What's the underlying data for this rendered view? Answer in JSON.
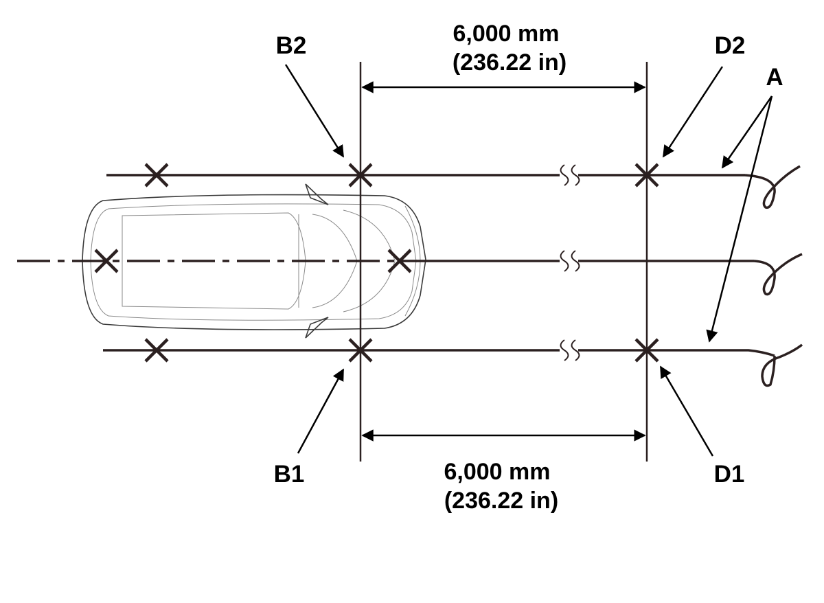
{
  "colors": {
    "line": "#2b2020",
    "text": "#000000",
    "background": "#ffffff"
  },
  "labels": {
    "b1": "B1",
    "b2": "B2",
    "d1": "D1",
    "d2": "D2",
    "a": "A"
  },
  "dimensions": {
    "top": {
      "metric": "6,000 mm",
      "imperial": "(236.22 in)"
    },
    "bottom": {
      "metric": "6,000 mm",
      "imperial": "(236.22 in)"
    }
  }
}
